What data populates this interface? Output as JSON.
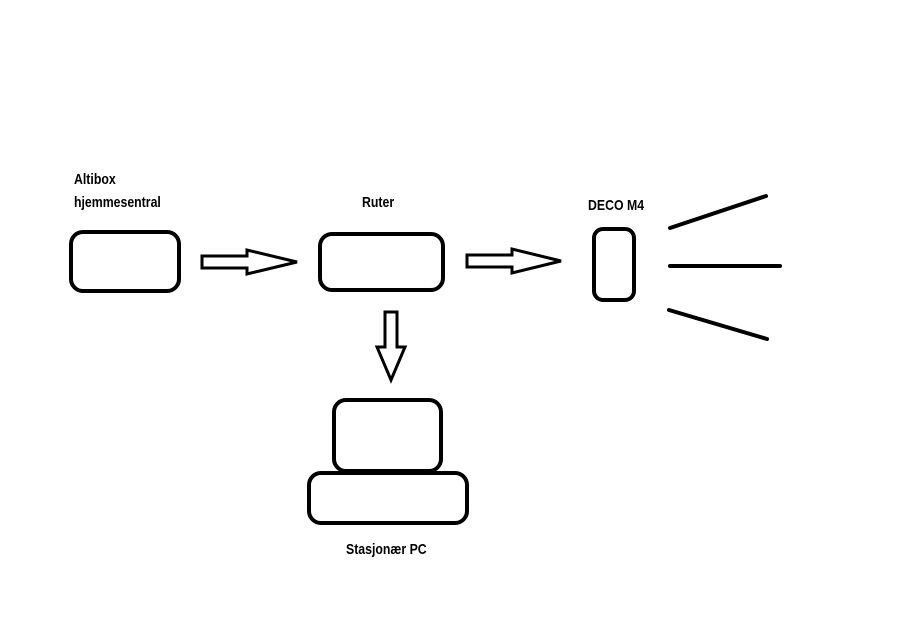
{
  "nodes": {
    "altibox": {
      "label_line1": "Altibox",
      "label_line2": "hjemmesentral"
    },
    "ruter": {
      "label": "Ruter"
    },
    "deco": {
      "label": "DECO M4"
    },
    "pc": {
      "label": "Stasjonær PC"
    }
  },
  "edges": [
    {
      "from": "altibox",
      "to": "ruter"
    },
    {
      "from": "ruter",
      "to": "deco"
    },
    {
      "from": "ruter",
      "to": "pc"
    }
  ],
  "colors": {
    "stroke": "#000000",
    "background": "#ffffff"
  }
}
